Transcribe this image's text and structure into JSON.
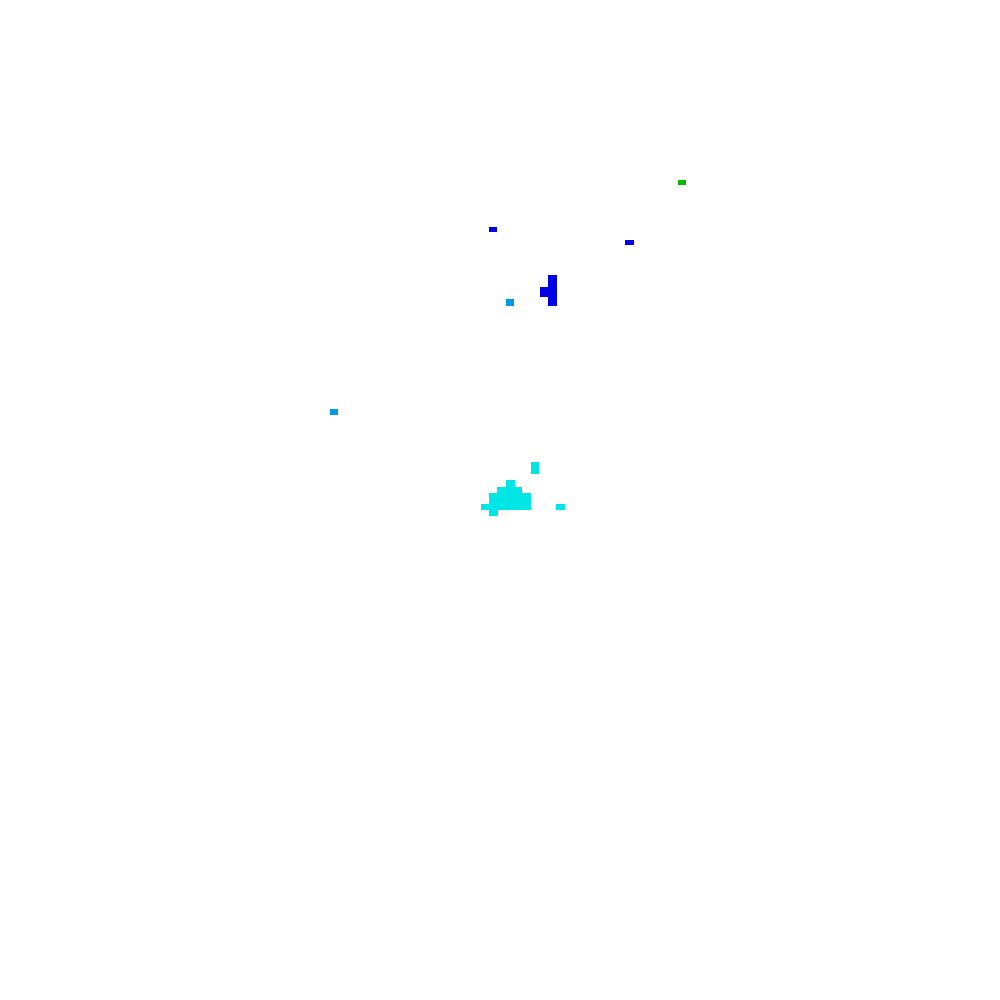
{
  "background_color": "#ffffff",
  "palette": {
    "green": "#00bb00",
    "blue": "#0000e6",
    "light_blue": "#0099e6",
    "cyan": "#00e6e6"
  },
  "speckles": [
    {
      "name": "green-speck",
      "color": "green"
    },
    {
      "name": "blue-speck-left",
      "color": "blue"
    },
    {
      "name": "blue-speck-right",
      "color": "blue"
    },
    {
      "name": "blue-cluster",
      "color": "blue"
    },
    {
      "name": "light-blue-speck-center",
      "color": "light_blue"
    },
    {
      "name": "light-blue-speck-left",
      "color": "light_blue"
    },
    {
      "name": "cyan-speck-top",
      "color": "cyan"
    },
    {
      "name": "cyan-cluster",
      "color": "cyan"
    },
    {
      "name": "cyan-speck-right",
      "color": "cyan"
    }
  ]
}
